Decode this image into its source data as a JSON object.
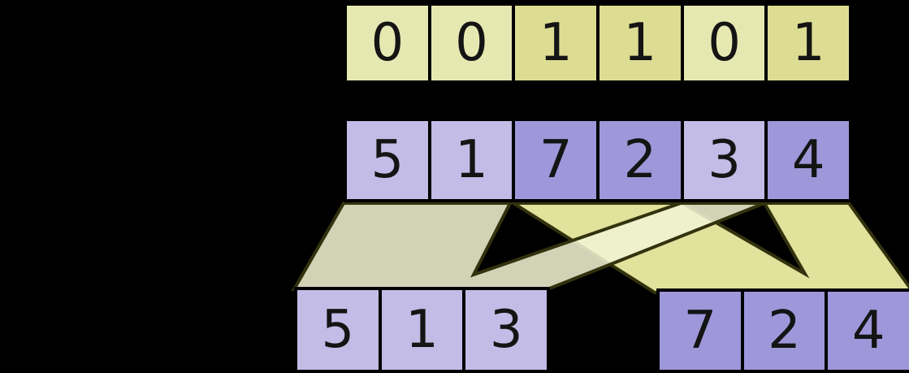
{
  "diagram": {
    "flags": [
      "0",
      "0",
      "1",
      "1",
      "0",
      "1"
    ],
    "values": [
      "5",
      "1",
      "7",
      "2",
      "3",
      "4"
    ],
    "left_output": [
      "5",
      "1",
      "3"
    ],
    "right_output": [
      "7",
      "2",
      "4"
    ],
    "colors": {
      "background": "#000000",
      "flag_zero_fill": "#e6e8b2",
      "flag_one_fill": "#dcdd92",
      "value_zero_fill": "#c2bce6",
      "value_one_fill": "#9e97da",
      "flow_zeros_fill": "#f0f2d2",
      "flow_ones_fill": "#e1e29b",
      "flow_edge_stroke": "#32320e",
      "cell_border": "#000000",
      "digit_text": "#141414"
    }
  }
}
